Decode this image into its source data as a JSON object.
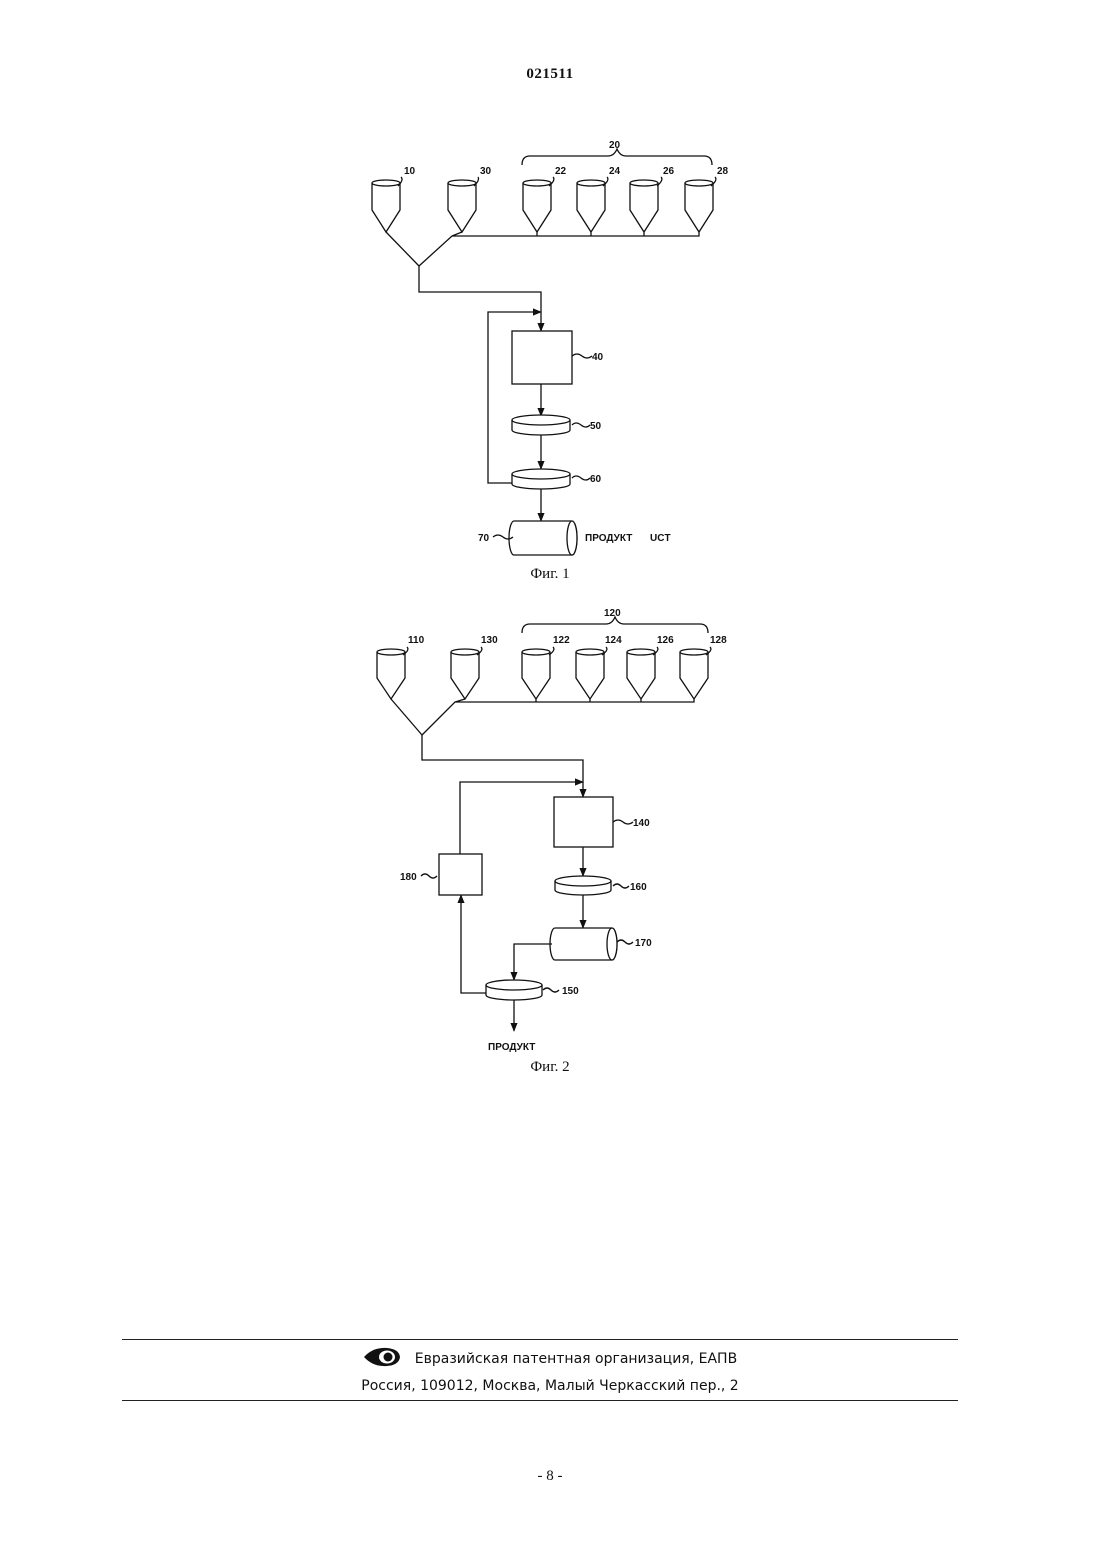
{
  "header": {
    "doc_number": "021511"
  },
  "fig1": {
    "caption": "Фиг. 1",
    "labels": {
      "l10": "10",
      "l30": "30",
      "l20": "20",
      "l22": "22",
      "l24": "24",
      "l26": "26",
      "l28": "28",
      "l40": "40",
      "l50": "50",
      "l60": "60",
      "l70": "70",
      "product": "ПРОДУКТ",
      "uct": "UCT"
    }
  },
  "fig2": {
    "caption": "Фиг. 2",
    "labels": {
      "l110": "110",
      "l130": "130",
      "l120": "120",
      "l122": "122",
      "l124": "124",
      "l126": "126",
      "l128": "128",
      "l140": "140",
      "l160": "160",
      "l170": "170",
      "l150": "150",
      "l180": "180",
      "product": "ПРОДУКТ"
    }
  },
  "footer": {
    "org": "Евразийская патентная организация, ЕАПВ",
    "address": "Россия, 109012, Москва, Малый Черкасский пер., 2"
  },
  "page_number": "- 8 -"
}
